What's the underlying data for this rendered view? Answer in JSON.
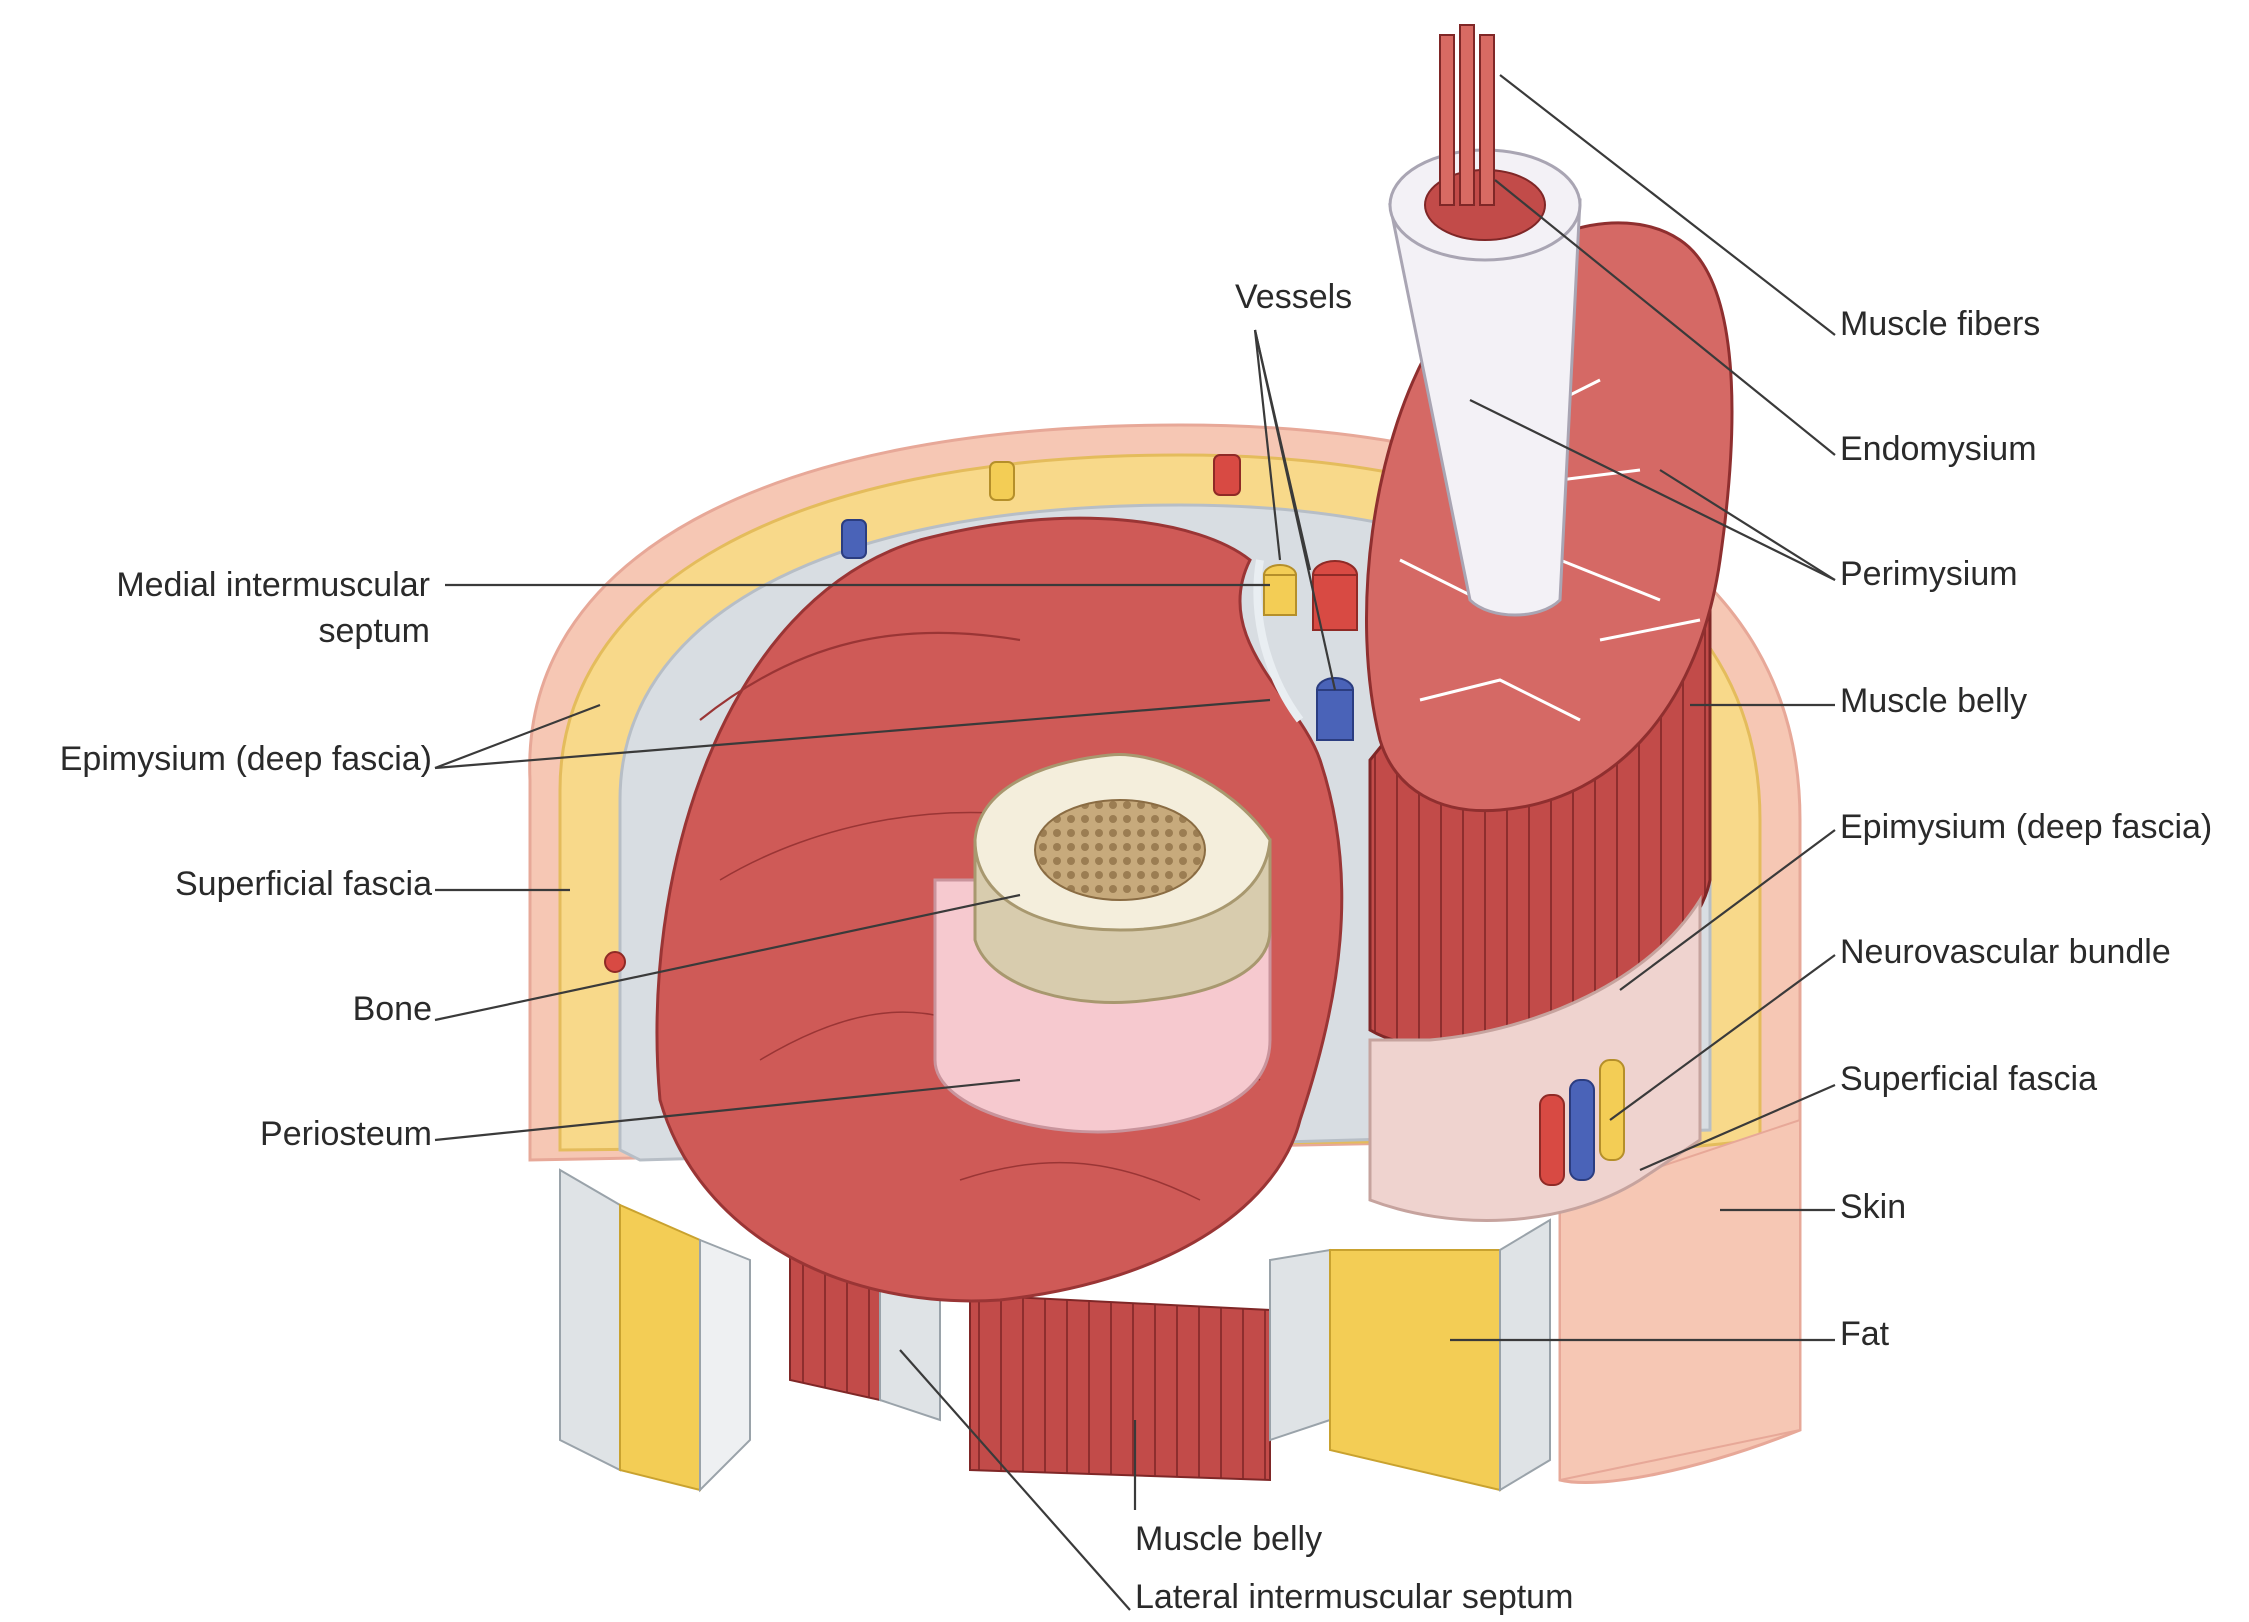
{
  "labels": {
    "vessels_top": "Vessels",
    "muscle_fibers": "Muscle fibers",
    "endomysium": "Endomysium",
    "perimysium": "Perimysium",
    "muscle_belly_right": "Muscle belly",
    "epimysium_right": "Epimysium (deep fascia)",
    "neurovascular_bundle": "Neurovascular bundle",
    "superficial_fascia_right": "Superficial fascia",
    "skin": "Skin",
    "fat": "Fat",
    "medial_septum_line1": "Medial intermuscular",
    "medial_septum_line2": "septum",
    "epimysium_left": "Epimysium (deep fascia)",
    "superficial_fascia_left": "Superficial fascia",
    "bone": "Bone",
    "periosteum": "Periosteum",
    "muscle_belly_bottom": "Muscle belly",
    "lateral_septum": "Lateral intermuscular septum"
  },
  "colors": {
    "skin": "#f6c7b4",
    "fat": "#f8d98a",
    "fascia": "#d8dde2",
    "muscle": "#cf5a57",
    "muscle_dark": "#a93a3a",
    "bone": "#f4eedc",
    "marrow": "#b8996a",
    "periosteum": "#f6c9cf",
    "artery": "#d84a43",
    "vein": "#4a63b8",
    "nerve": "#f3cd55"
  }
}
